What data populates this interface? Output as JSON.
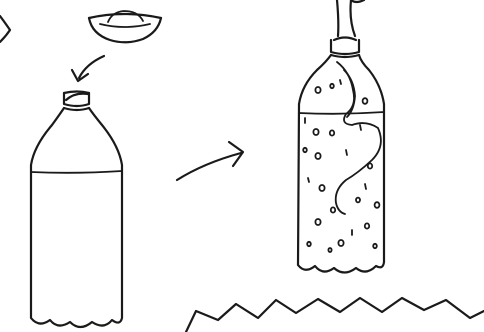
{
  "diagram": {
    "panels": [
      {
        "name": "bowl"
      },
      {
        "name": "bottle-before"
      },
      {
        "name": "bottle-erupting"
      }
    ],
    "ink_color": "#1a1a1a",
    "background": "#ffffff"
  }
}
